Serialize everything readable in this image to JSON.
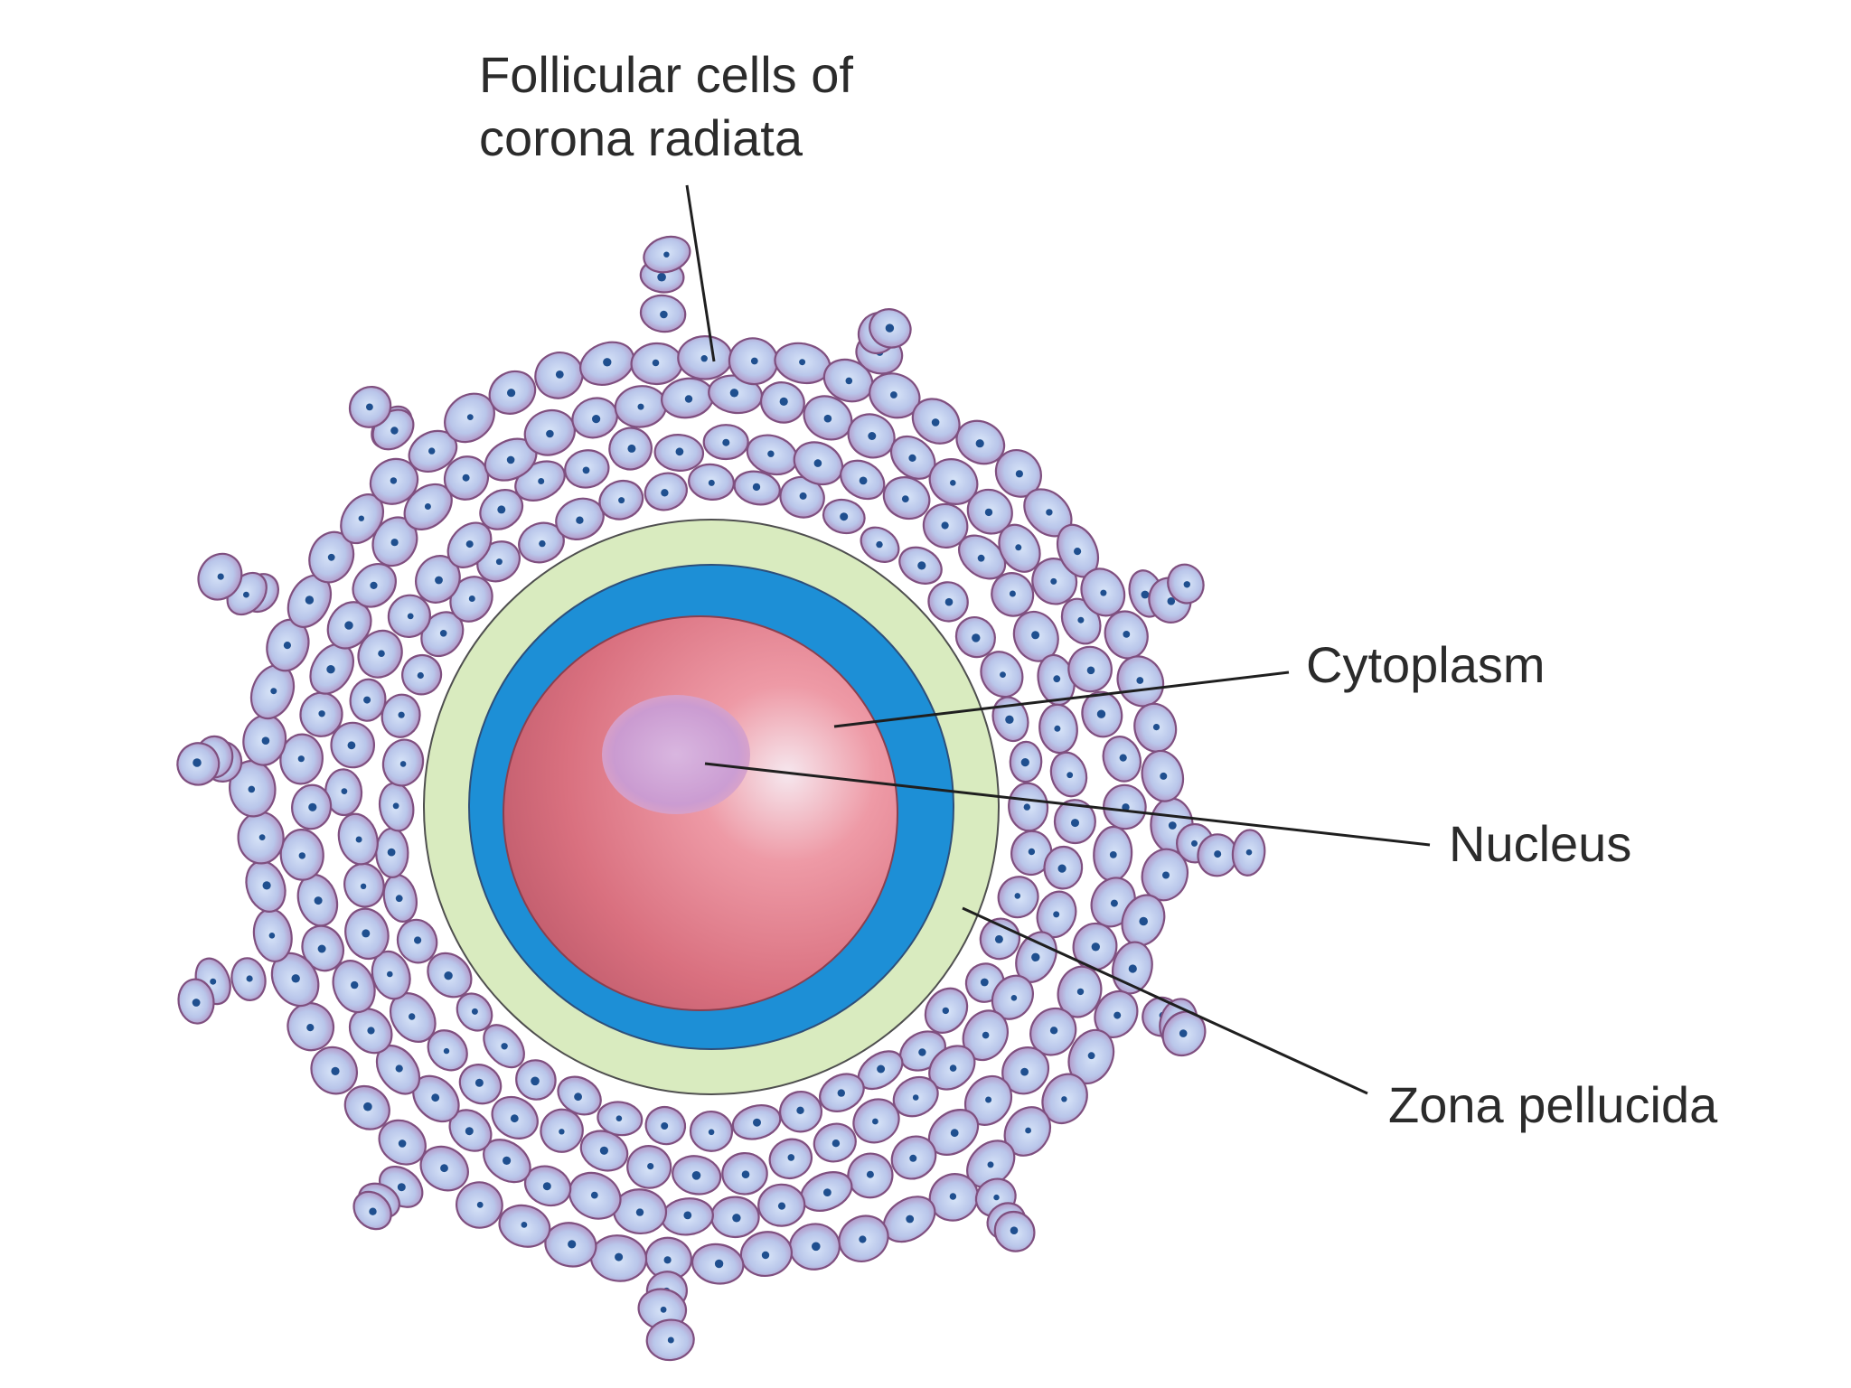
{
  "labels": {
    "follicular_line1": "Follicular cells of",
    "follicular_line2": "corona radiata",
    "cytoplasm": "Cytoplasm",
    "nucleus": "Nucleus",
    "zona_pellucida": "Zona pellucida"
  },
  "colors": {
    "background": "#ffffff",
    "follicle_cell_fill": "#b9c6ea",
    "follicle_cell_edge": "#7f4f7f",
    "follicle_nucleus": "#1f4f8f",
    "zona_pellucida": "#d9ebbf",
    "perivitelline_space": "#1d8fd6",
    "cytoplasm": "#e27c86",
    "nucleus": "#c79ad3"
  }
}
